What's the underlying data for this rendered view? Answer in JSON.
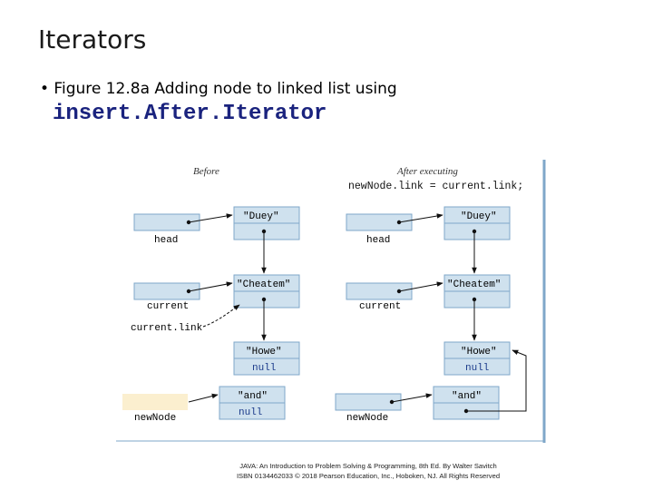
{
  "slide": {
    "title": "Iterators",
    "bullet": "• Figure 12.8a Adding node to linked list using",
    "code_title": "insert.After.Iterator"
  },
  "figure": {
    "before_label": "Before",
    "after_label": "After executing",
    "after_code": "newNode.link = current.link;",
    "nodes": {
      "duey": "\"Duey\"",
      "cheatem": "\"Cheatem\"",
      "howe": "\"Howe\"",
      "and": "\"and\"",
      "null": "null"
    },
    "labels": {
      "head": "head",
      "current": "current",
      "current_link": "current.link",
      "new_node": "newNode"
    }
  },
  "caption": {
    "line1": "JAVA: An Introduction to Problem Solving & Programming, 8th Ed. By Walter Savitch",
    "line2": "ISBN 0134462033 © 2018 Pearson Education, Inc., Hoboken, NJ. All Rights Reserved"
  },
  "colors": {
    "node_fill": "#cfe1ee",
    "var_fill": "#fbefcf",
    "border_blue": "#7fa7c9",
    "code_title": "#1a237e"
  }
}
